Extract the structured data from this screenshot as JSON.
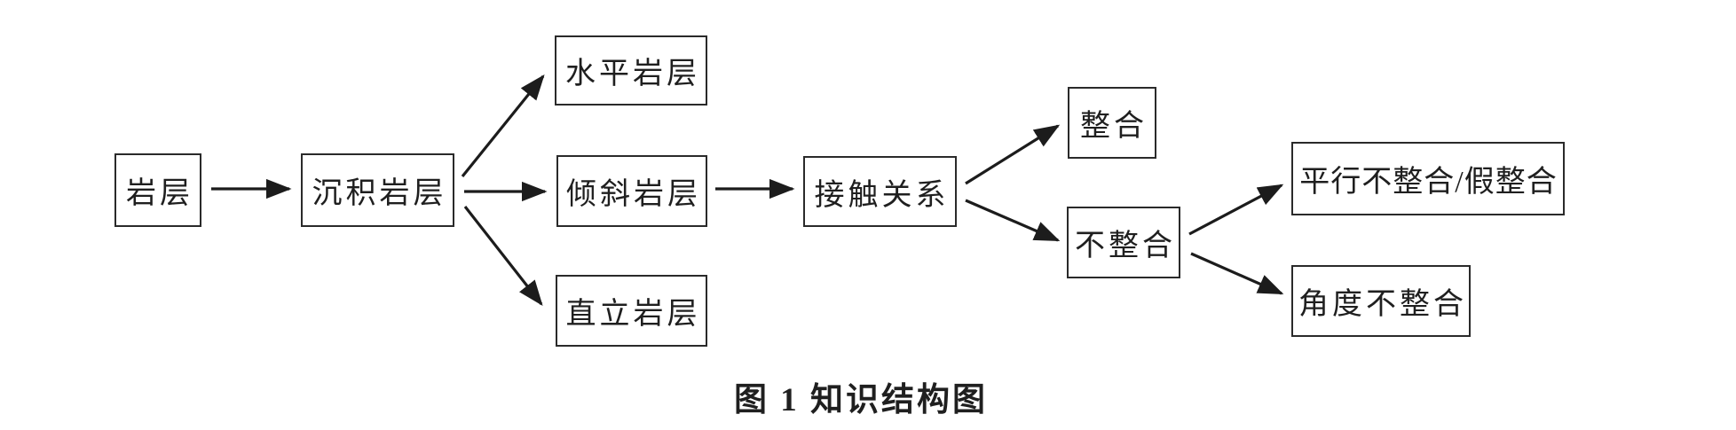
{
  "diagram": {
    "type": "flowchart",
    "caption": "图 1 知识结构图",
    "nodes": [
      {
        "id": "rock-layer",
        "label": "岩层"
      },
      {
        "id": "sedimentary-rock-layer",
        "label": "沉积岩层"
      },
      {
        "id": "horizontal-rock-layer",
        "label": "水平岩层"
      },
      {
        "id": "inclined-rock-layer",
        "label": "倾斜岩层"
      },
      {
        "id": "vertical-rock-layer",
        "label": "直立岩层"
      },
      {
        "id": "contact-relation",
        "label": "接触关系"
      },
      {
        "id": "conformity",
        "label": "整合"
      },
      {
        "id": "unconformity",
        "label": "不整合"
      },
      {
        "id": "parallel-unconformity",
        "label": "平行不整合/假整合"
      },
      {
        "id": "angular-unconformity",
        "label": "角度不整合"
      }
    ],
    "edges": [
      {
        "from": "rock-layer",
        "to": "sedimentary-rock-layer"
      },
      {
        "from": "sedimentary-rock-layer",
        "to": "horizontal-rock-layer"
      },
      {
        "from": "sedimentary-rock-layer",
        "to": "inclined-rock-layer"
      },
      {
        "from": "sedimentary-rock-layer",
        "to": "vertical-rock-layer"
      },
      {
        "from": "inclined-rock-layer",
        "to": "contact-relation"
      },
      {
        "from": "contact-relation",
        "to": "conformity"
      },
      {
        "from": "contact-relation",
        "to": "unconformity"
      },
      {
        "from": "unconformity",
        "to": "parallel-unconformity"
      },
      {
        "from": "unconformity",
        "to": "angular-unconformity"
      }
    ],
    "colors": {
      "background": "#ffffff",
      "stroke": "#1c1c1c",
      "text": "#1f1f1f"
    }
  }
}
